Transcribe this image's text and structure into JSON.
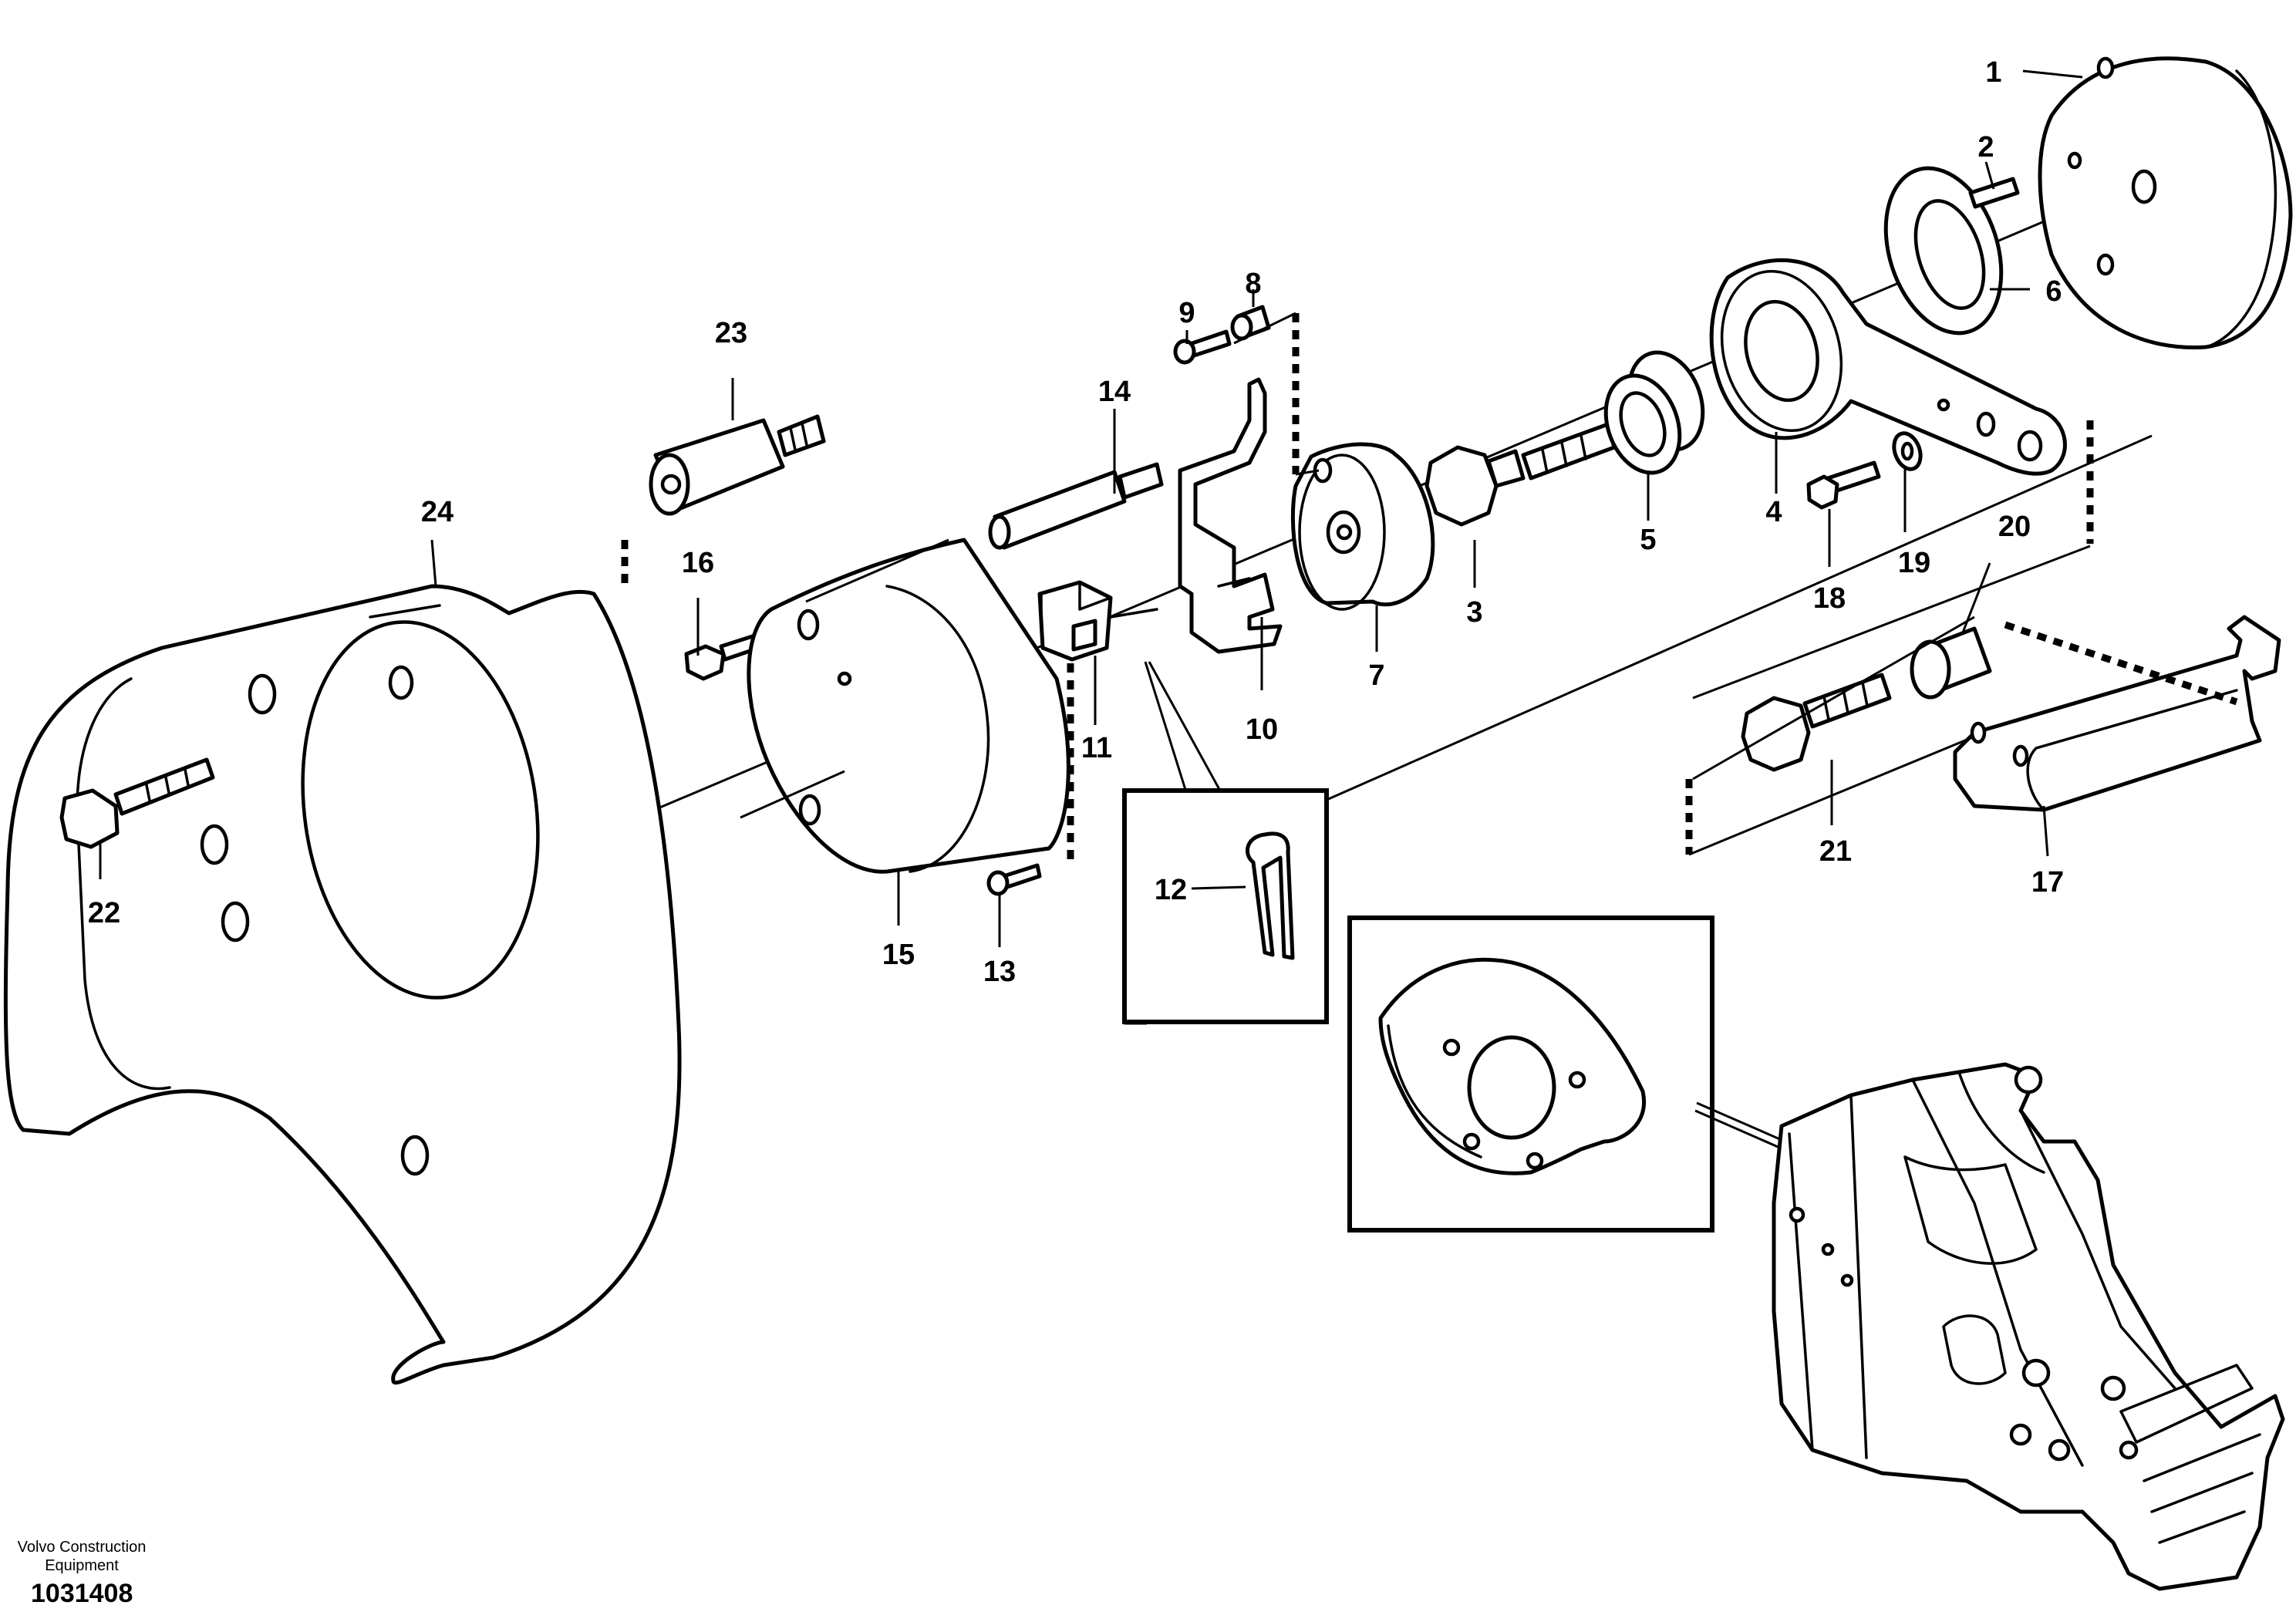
{
  "diagram": {
    "part_numbers": [
      "1",
      "2",
      "3",
      "4",
      "5",
      "6",
      "7",
      "8",
      "9",
      "10",
      "11",
      "12",
      "13",
      "14",
      "15",
      "16",
      "17",
      "18",
      "19",
      "20",
      "21",
      "22",
      "23",
      "24"
    ],
    "manufacturer": "Volvo Construction Equipment",
    "manufacturer_line1": "Volvo Construction",
    "manufacturer_line2": "Equipment",
    "document_number": "1031408"
  }
}
